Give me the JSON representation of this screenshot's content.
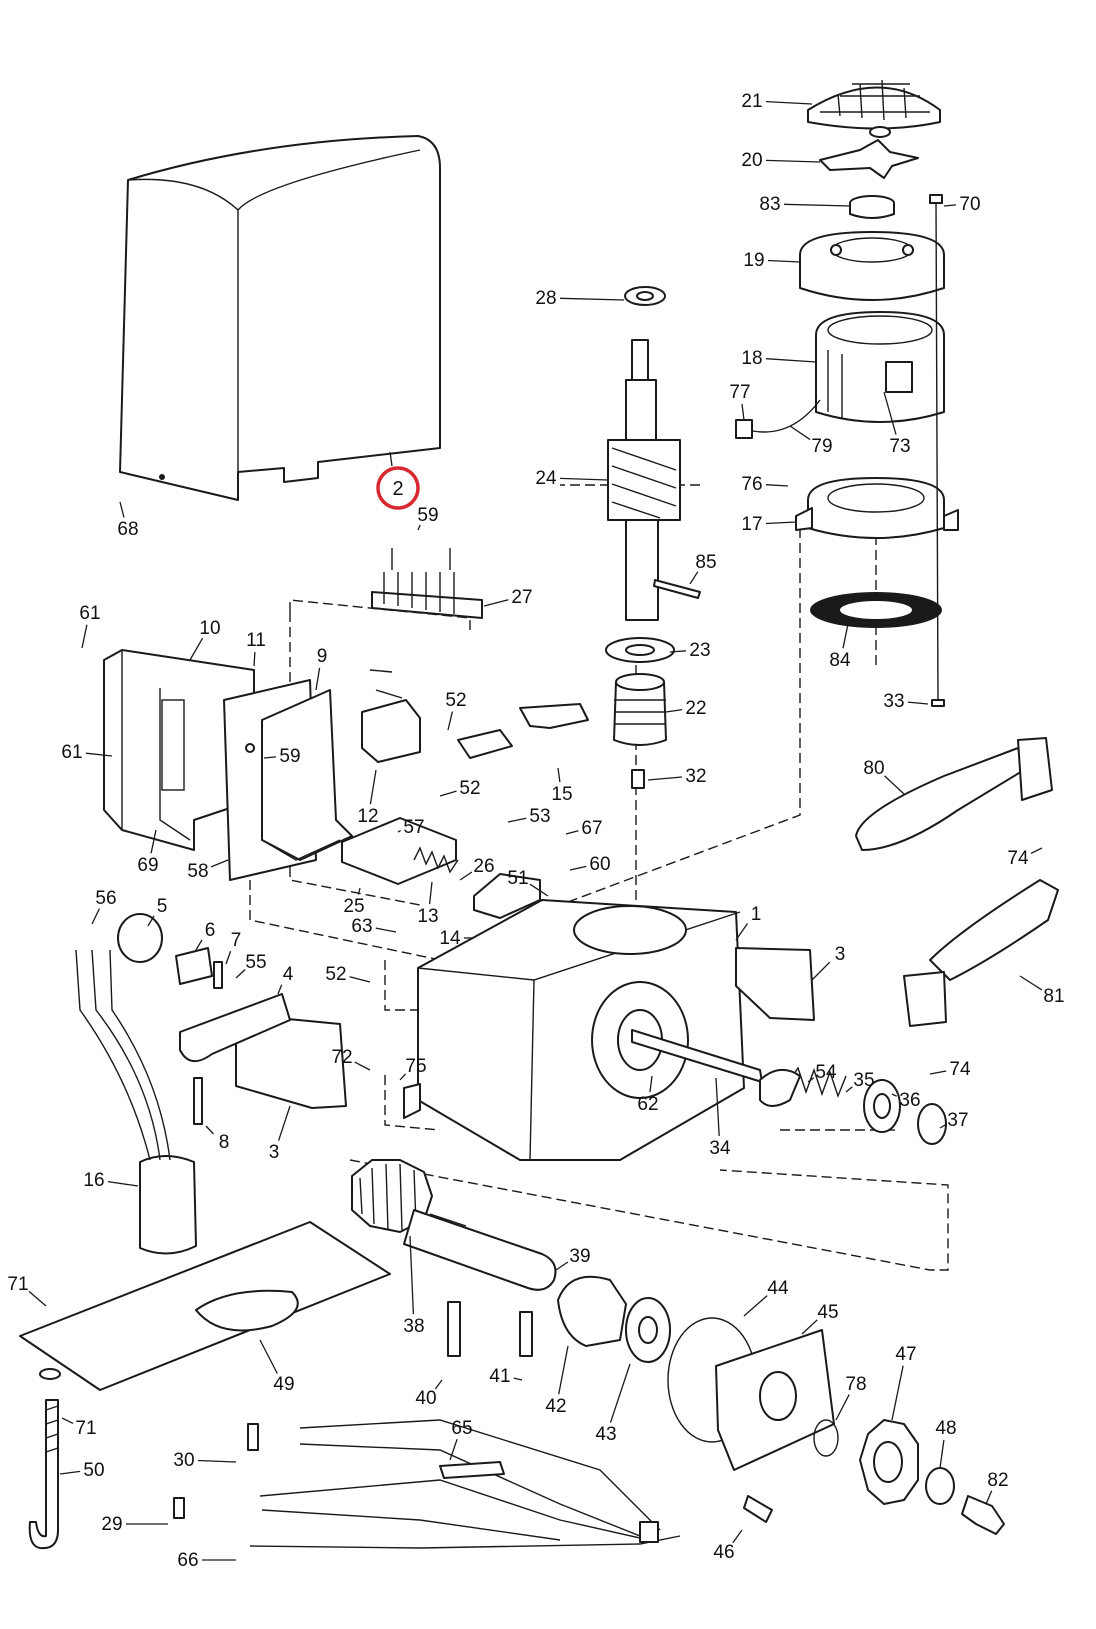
{
  "highlight": {
    "label": "2",
    "color": "#d9282f"
  },
  "callouts": [
    {
      "id": "c21",
      "label": "21"
    },
    {
      "id": "c20",
      "label": "20"
    },
    {
      "id": "c83",
      "label": "83"
    },
    {
      "id": "c70",
      "label": "70"
    },
    {
      "id": "c19",
      "label": "19"
    },
    {
      "id": "c28",
      "label": "28"
    },
    {
      "id": "c18",
      "label": "18"
    },
    {
      "id": "c77",
      "label": "77"
    },
    {
      "id": "c79",
      "label": "79"
    },
    {
      "id": "c73",
      "label": "73"
    },
    {
      "id": "c24",
      "label": "24"
    },
    {
      "id": "c76",
      "label": "76"
    },
    {
      "id": "c17",
      "label": "17"
    },
    {
      "id": "c68",
      "label": "68"
    },
    {
      "id": "c59a",
      "label": "59"
    },
    {
      "id": "c85",
      "label": "85"
    },
    {
      "id": "c27",
      "label": "27"
    },
    {
      "id": "c61a",
      "label": "61"
    },
    {
      "id": "c10",
      "label": "10"
    },
    {
      "id": "c11",
      "label": "11"
    },
    {
      "id": "c9",
      "label": "9"
    },
    {
      "id": "c23",
      "label": "23"
    },
    {
      "id": "c84",
      "label": "84"
    },
    {
      "id": "c22",
      "label": "22"
    },
    {
      "id": "c33",
      "label": "33"
    },
    {
      "id": "c52a",
      "label": "52"
    },
    {
      "id": "c61b",
      "label": "61"
    },
    {
      "id": "c59b",
      "label": "59"
    },
    {
      "id": "c80",
      "label": "80"
    },
    {
      "id": "c32",
      "label": "32"
    },
    {
      "id": "c52b",
      "label": "52"
    },
    {
      "id": "c15",
      "label": "15"
    },
    {
      "id": "c12",
      "label": "12"
    },
    {
      "id": "c53",
      "label": "53"
    },
    {
      "id": "c57",
      "label": "57"
    },
    {
      "id": "c67",
      "label": "67"
    },
    {
      "id": "c74a",
      "label": "74"
    },
    {
      "id": "c69",
      "label": "69"
    },
    {
      "id": "c58",
      "label": "58"
    },
    {
      "id": "c26",
      "label": "26"
    },
    {
      "id": "c60",
      "label": "60"
    },
    {
      "id": "c51",
      "label": "51"
    },
    {
      "id": "c25",
      "label": "25"
    },
    {
      "id": "c13",
      "label": "13"
    },
    {
      "id": "c56",
      "label": "56"
    },
    {
      "id": "c5",
      "label": "5"
    },
    {
      "id": "c63",
      "label": "63"
    },
    {
      "id": "c14",
      "label": "14"
    },
    {
      "id": "c1",
      "label": "1"
    },
    {
      "id": "c6",
      "label": "6"
    },
    {
      "id": "c7",
      "label": "7"
    },
    {
      "id": "c55",
      "label": "55"
    },
    {
      "id": "c4",
      "label": "4"
    },
    {
      "id": "c52c",
      "label": "52"
    },
    {
      "id": "c3a",
      "label": "3"
    },
    {
      "id": "c81",
      "label": "81"
    },
    {
      "id": "c74b",
      "label": "74"
    },
    {
      "id": "c72",
      "label": "72"
    },
    {
      "id": "c75",
      "label": "75"
    },
    {
      "id": "c54",
      "label": "54"
    },
    {
      "id": "c35",
      "label": "35"
    },
    {
      "id": "c62",
      "label": "62"
    },
    {
      "id": "c36",
      "label": "36"
    },
    {
      "id": "c37",
      "label": "37"
    },
    {
      "id": "c8",
      "label": "8"
    },
    {
      "id": "c3b",
      "label": "3"
    },
    {
      "id": "c34",
      "label": "34"
    },
    {
      "id": "c16",
      "label": "16"
    },
    {
      "id": "c39",
      "label": "39"
    },
    {
      "id": "c71a",
      "label": "71"
    },
    {
      "id": "c44",
      "label": "44"
    },
    {
      "id": "c45",
      "label": "45"
    },
    {
      "id": "c38",
      "label": "38"
    },
    {
      "id": "c47",
      "label": "47"
    },
    {
      "id": "c49",
      "label": "49"
    },
    {
      "id": "c41",
      "label": "41"
    },
    {
      "id": "c78",
      "label": "78"
    },
    {
      "id": "c40",
      "label": "40"
    },
    {
      "id": "c42",
      "label": "42"
    },
    {
      "id": "c48",
      "label": "48"
    },
    {
      "id": "c71b",
      "label": "71"
    },
    {
      "id": "c65",
      "label": "65"
    },
    {
      "id": "c43",
      "label": "43"
    },
    {
      "id": "c82",
      "label": "82"
    },
    {
      "id": "c30",
      "label": "30"
    },
    {
      "id": "c50",
      "label": "50"
    },
    {
      "id": "c29",
      "label": "29"
    },
    {
      "id": "c46",
      "label": "46"
    },
    {
      "id": "c66",
      "label": "66"
    }
  ]
}
